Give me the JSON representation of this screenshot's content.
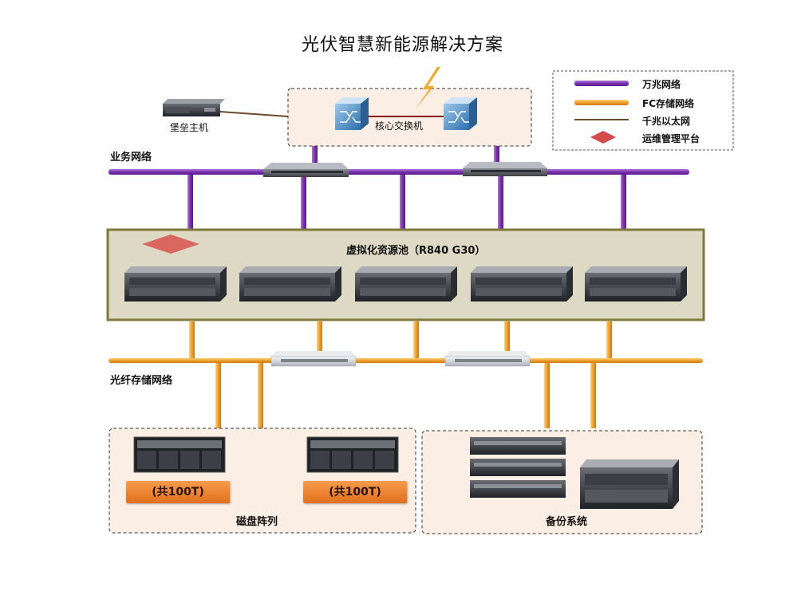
{
  "title": "光伏智慧新能源解决方案",
  "legend": {
    "items": [
      {
        "label": "万兆网络",
        "icon": "purple-line-icon",
        "color": "#8a3fb8"
      },
      {
        "label": "FC存储网络",
        "icon": "orange-line-icon",
        "color": "#f0a02c"
      },
      {
        "label": "千兆以太网",
        "icon": "brown-line-icon",
        "color": "#6b4a2c"
      },
      {
        "label": "运维管理平台",
        "icon": "red-diamond-icon",
        "color": "#d44b4b"
      }
    ]
  },
  "bastion": {
    "label": "堡垒主机"
  },
  "core_switch": {
    "label": "核心交换机"
  },
  "business_network": {
    "label": "业务网络"
  },
  "resource_pool": {
    "label": "虚拟化资源池（R840 G30）"
  },
  "fc_network": {
    "label": "光纤存储网络"
  },
  "disk_array": {
    "label": "磁盘阵列",
    "capacity_labels": [
      "(共100T)",
      "(共100T)"
    ]
  },
  "backup": {
    "label": "备份系统"
  },
  "colors": {
    "purple": "#8a3fb8",
    "orange": "#f0a02c",
    "pool_fill": "#ddd9c4",
    "pool_border": "#7f7a3a",
    "panel_fill": "#fbeee4"
  }
}
